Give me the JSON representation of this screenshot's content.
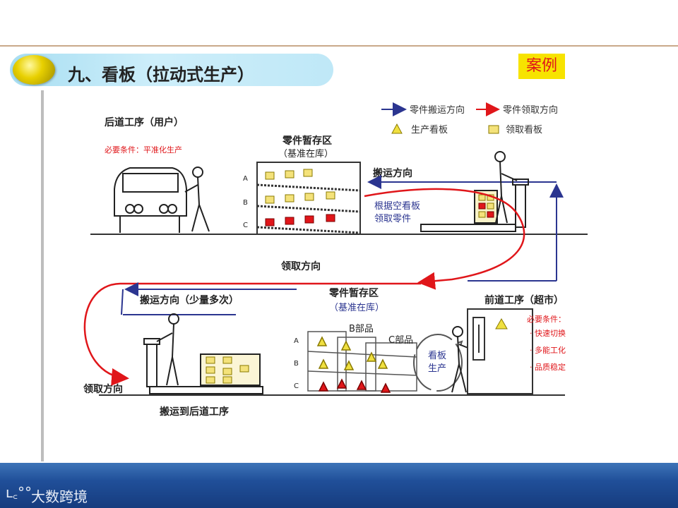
{
  "slide": {
    "title": "九、看板（拉动式生产）",
    "badge": "案例"
  },
  "legend": {
    "transport_direction": "零件搬运方向",
    "pickup_direction": "零件领取方向",
    "production_kanban": "生产看板",
    "pickup_kanban": "领取看板"
  },
  "diagram": {
    "downstream_process": "后道工序（用户）",
    "downstream_requirement": "必要条件：平准化生产",
    "store_top_title": "零件暂存区",
    "store_top_subtitle": "（基准在库）",
    "shelf_labels": [
      "A",
      "B",
      "C"
    ],
    "transport_direction_top": "搬运方向",
    "pickup_note_line1": "根据空看板",
    "pickup_note_line2": "领取零件",
    "pickup_direction_middle": "领取方向",
    "transport_small_lots": "搬运方向（少量多次）",
    "store_bottom_title": "零件暂存区",
    "store_bottom_subtitle": "（基准在库）",
    "part_b": "B部品",
    "part_c": "C部品",
    "kanban_production_line1": "看板",
    "kanban_production_line2": "生产",
    "upstream_process": "前道工序（超市）",
    "upstream_requirement": "必要条件：",
    "upstream_conditions": [
      "· 快速切换",
      "· 多能工化",
      "· 品质稳定"
    ],
    "pickup_direction_left": "领取方向",
    "transport_to_downstream": "搬运到后道工序"
  },
  "footer": {
    "logo": "ʟ꜀°°",
    "brand": "大数跨境"
  },
  "colors": {
    "transport_arrow": "#2b3590",
    "pickup_arrow": "#e0161a",
    "production_kanban": "#f0e040",
    "pickup_kanban": "#f4e27a",
    "footer_band": "#1e4c96"
  }
}
